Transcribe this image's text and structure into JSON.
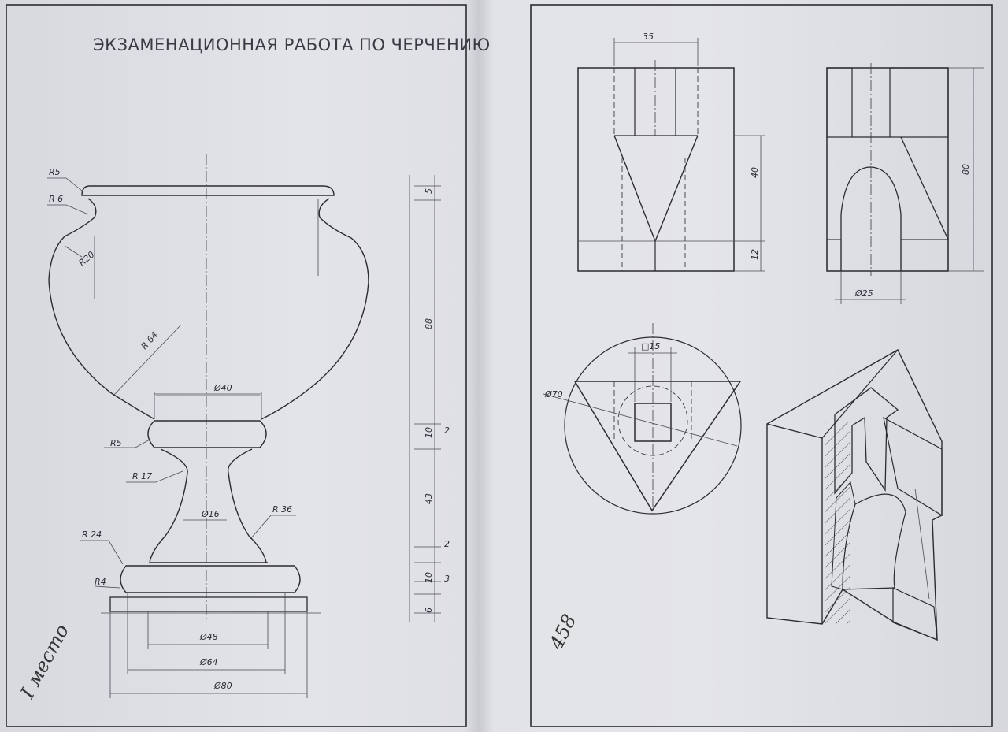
{
  "title": "ЭКЗАМЕНАЦИОННАЯ РАБОТА ПО ЧЕРЧЕНИЮ",
  "handwriting": {
    "left_sheet": "I место",
    "right_sheet": "458"
  },
  "vase": {
    "radius_labels": [
      "R5",
      "R 6",
      "R20",
      "R 64",
      "R5",
      "R 17",
      "R 36",
      "R 24",
      "R4"
    ],
    "diameter_labels": [
      "Ø40",
      "Ø16",
      "Ø48",
      "Ø64",
      "Ø80"
    ],
    "vertical_dims": [
      "5",
      "88",
      "10",
      "2",
      "43",
      "2",
      "10",
      "3",
      "6"
    ]
  },
  "block": {
    "front_labels": [
      "35",
      "40",
      "12"
    ],
    "side_labels": [
      "80",
      "Ø25"
    ],
    "top_labels": [
      "□15",
      "Ø70"
    ]
  },
  "colors": {
    "paper": "#e3e4e8",
    "ink": "#2b2b30"
  }
}
